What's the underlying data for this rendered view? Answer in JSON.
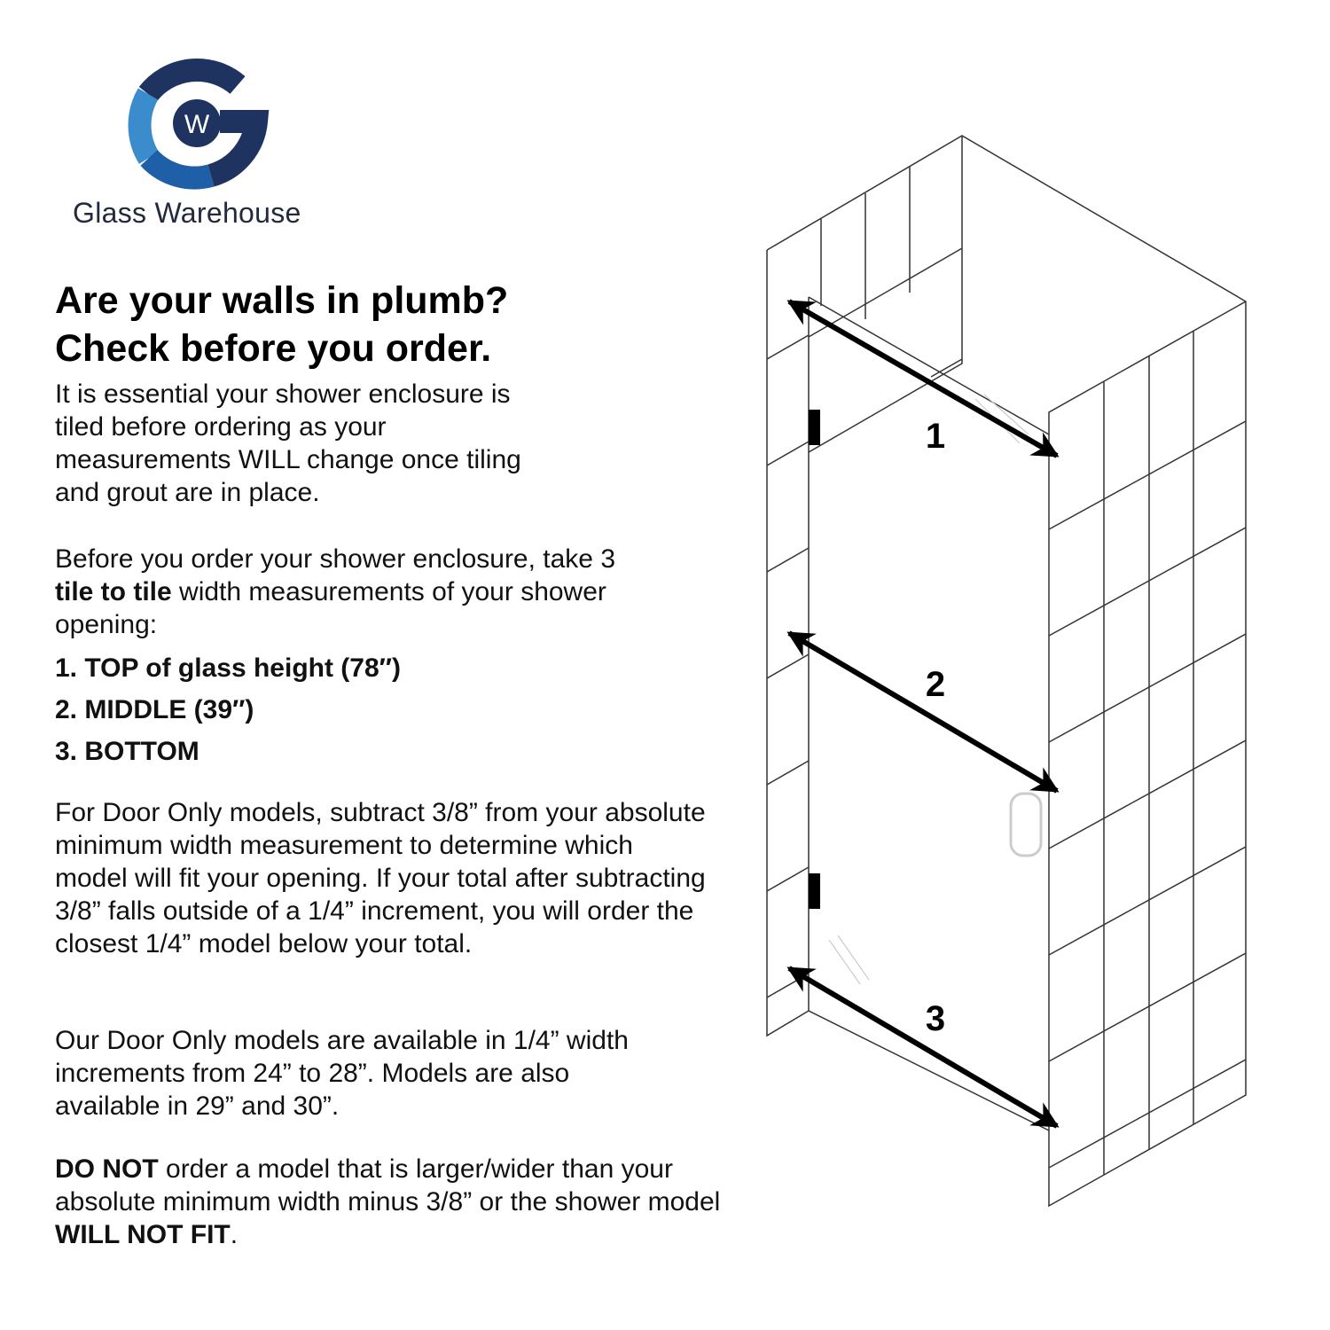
{
  "logo": {
    "brand": "Glass Warehouse",
    "monogram": "W",
    "colors": {
      "navy": "#1f3360",
      "blue": "#1f5fa8",
      "light_blue": "#3a8ccc"
    }
  },
  "title": {
    "line1": "Are your walls in plumb?",
    "line2": "Check before you order."
  },
  "intro": "It is essential your shower enclosure is tiled before ordering as your measurements WILL change once tiling and grout are in place.",
  "instructions": {
    "before": "Before you order your shower enclosure, take 3 ",
    "bold": "tile to tile",
    "after": " width measurements of your shower opening:"
  },
  "measurements": [
    "1. TOP of glass height (78″)",
    "2. MIDDLE (39″)",
    "3. BOTTOM"
  ],
  "door_only_note": "For Door Only models, subtract 3/8” from your absolute minimum width measurement to determine which model will fit your opening. If your total after subtracting 3/8” falls outside of a 1/4” increment, you will order the closest 1/4” model below your total.",
  "availability": "Our Door Only models are available in 1/4” width increments from 24” to 28”. Models are also available in 29” and 30”.",
  "warning": {
    "bold1": "DO NOT",
    "text": " order a model that is larger/wider than your absolute minimum width minus 3/8” or the shower model ",
    "bold2": "WILL NOT FIT",
    "end": "."
  },
  "diagram": {
    "labels": [
      "1",
      "2",
      "3"
    ]
  }
}
